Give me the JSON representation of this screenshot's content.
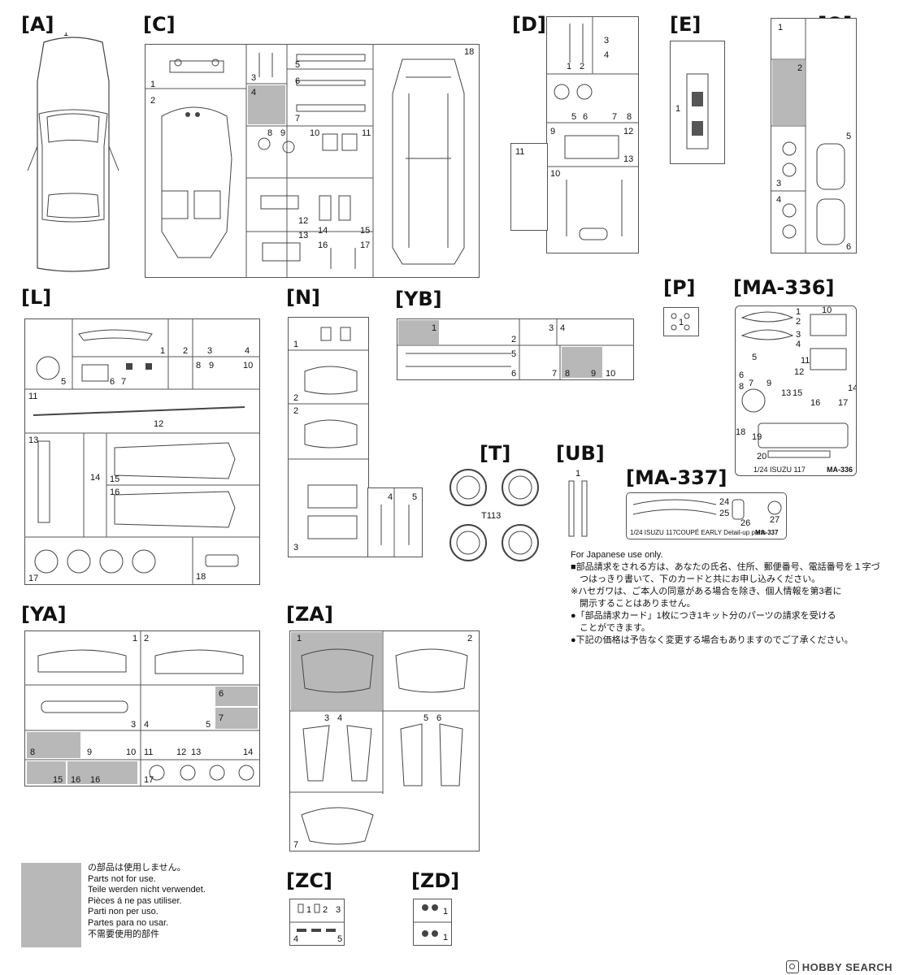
{
  "sprues": {
    "A": {
      "label": "[A]",
      "parts": [
        "1"
      ]
    },
    "C": {
      "label": "[C]",
      "parts": [
        "1",
        "2",
        "3",
        "4",
        "5",
        "6",
        "7",
        "8",
        "9",
        "10",
        "11",
        "12",
        "13",
        "14",
        "15",
        "16",
        "17",
        "18"
      ]
    },
    "D": {
      "label": "[D]",
      "parts": [
        "1",
        "2",
        "3",
        "4",
        "5",
        "6",
        "7",
        "8",
        "9",
        "10",
        "11",
        "12",
        "13"
      ]
    },
    "E": {
      "label": "[E]",
      "parts": [
        "1"
      ]
    },
    "Q": {
      "label": "[Q]",
      "parts": [
        "1",
        "2",
        "3",
        "4",
        "5",
        "6"
      ]
    },
    "L": {
      "label": "[L]",
      "parts": [
        "1",
        "2",
        "3",
        "4",
        "5",
        "6",
        "7",
        "8",
        "9",
        "10",
        "11",
        "12",
        "13",
        "14",
        "15",
        "16",
        "17",
        "18"
      ]
    },
    "N": {
      "label": "[N]",
      "parts": [
        "1",
        "2",
        "2",
        "3",
        "4",
        "5"
      ]
    },
    "YB": {
      "label": "[YB]",
      "parts": [
        "1",
        "2",
        "3",
        "4",
        "5",
        "6",
        "7",
        "8",
        "9",
        "10"
      ]
    },
    "P": {
      "label": "[P]",
      "parts": [
        "1"
      ]
    },
    "MA336": {
      "label": "[MA-336]",
      "parts": [
        "1",
        "2",
        "3",
        "4",
        "5",
        "6",
        "7",
        "8",
        "9",
        "10",
        "11",
        "12",
        "13",
        "14",
        "15",
        "16",
        "17",
        "18",
        "19",
        "20"
      ],
      "caption": "1/24 ISUZU 117",
      "tag": "MA-336"
    },
    "T": {
      "label": "[T]",
      "code": "T113"
    },
    "UB": {
      "label": "[UB]",
      "parts": [
        "1"
      ]
    },
    "MA337": {
      "label": "[MA-337]",
      "parts": [
        "24",
        "25",
        "26",
        "27"
      ],
      "caption": "1/24 ISUZU 117COUPÉ EARLY  Detail-up parts",
      "tag": "MA-337"
    },
    "YA": {
      "label": "[YA]",
      "parts": [
        "1",
        "2",
        "3",
        "4",
        "5",
        "6",
        "7",
        "8",
        "9",
        "10",
        "11",
        "12",
        "13",
        "14",
        "15",
        "16",
        "16",
        "17"
      ]
    },
    "ZA": {
      "label": "[ZA]",
      "parts": [
        "1",
        "2",
        "3",
        "4",
        "5",
        "6",
        "7"
      ]
    },
    "ZC": {
      "label": "[ZC]",
      "parts": [
        "1",
        "2",
        "3",
        "4",
        "5"
      ]
    },
    "ZD": {
      "label": "[ZD]",
      "parts": [
        "1",
        "1"
      ]
    }
  },
  "japanese_note": {
    "heading": "For Japanese use only.",
    "lines": [
      "■部品請求をされる方は、あなたの氏名、住所、郵便番号、電話番号を１字づ",
      "　つはっきり書いて、下のカードと共にお申し込みください。",
      "※ハセガワは、ご本人の同意がある場合を除き、個人情報を第3者に",
      "　開示することはありません。",
      "●「部品請求カード」1枚につき1キット分のパーツの請求を受ける",
      "　ことができます。",
      "●下記の価格は予告なく変更する場合もありますのでご了承ください。"
    ]
  },
  "legend": {
    "lines": [
      "の部品は使用しません。",
      "Parts not for use.",
      "Teile werden nicht verwendet.",
      "Pièces á ne pas utiliser.",
      "Parti non per uso.",
      "Partes para no usar.",
      "不需要使用的部件"
    ]
  },
  "watermark": "HOBBY SEARCH",
  "colors": {
    "unused_fill": "#b8b8b8",
    "line": "#555555"
  }
}
